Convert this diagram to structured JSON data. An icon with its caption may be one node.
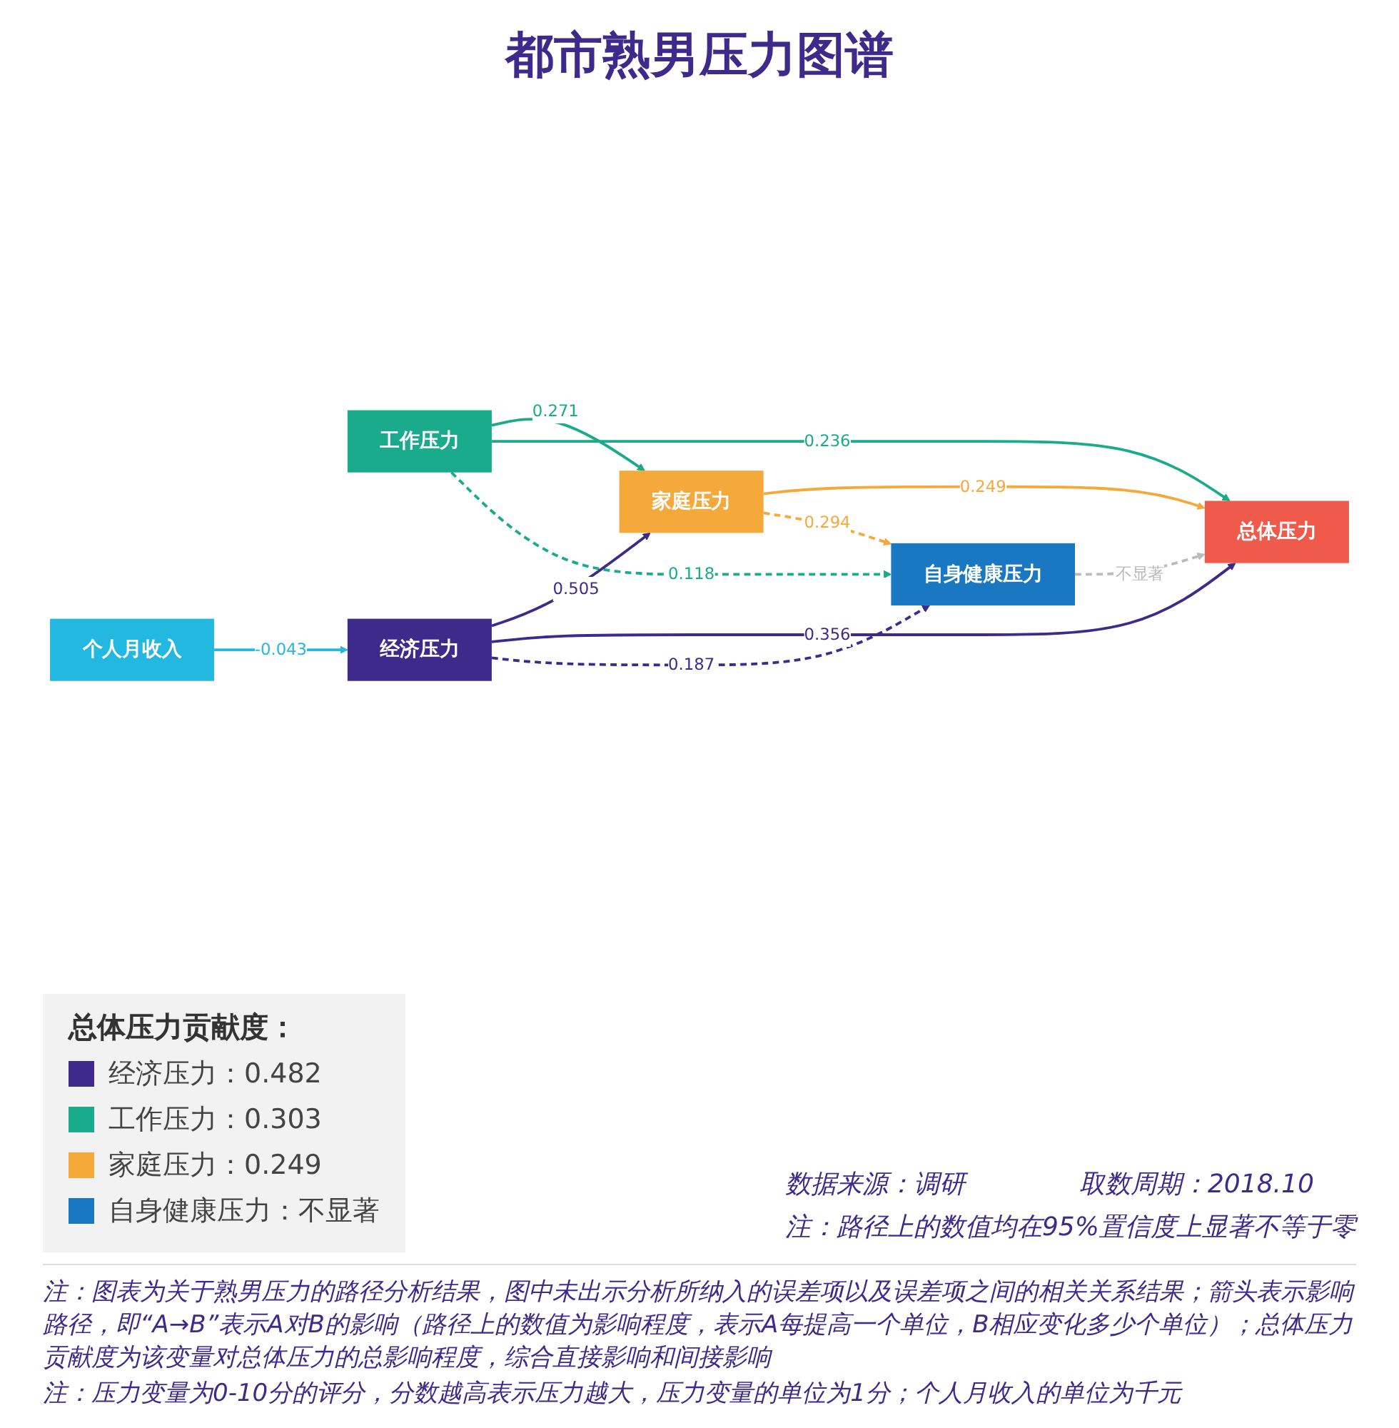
{
  "diagram": {
    "title": "都市熟男压力图谱",
    "nodes": [
      {
        "text": [
          "家庭压力"
        ]
      },
      {
        "text": [
          "工作压力"
        ]
      },
      {
        "text": [
          "个人月收入"
        ]
      },
      {
        "text": [
          "总体压力"
        ]
      },
      {
        "text": [
          "经济压力"
        ]
      },
      {
        "text": [
          "自身健康压力"
        ]
      }
    ],
    "edges": [
      {
        "from": 1,
        "to": 0,
        "arrow": "to",
        "label": "0.271",
        "color": "#1aaa8c"
      },
      {
        "from": 1,
        "to": 3,
        "arrow": "to",
        "label": "0.236",
        "color": "#1aaa8c"
      },
      {
        "from": 1,
        "to": 5,
        "arrow": "to",
        "label": "0.118",
        "style": "dashed",
        "color": "#1aaa8c"
      },
      {
        "from": 2,
        "to": 4,
        "arrow": "to",
        "label": "-0.043",
        "color": "#22b8e0"
      },
      {
        "from": 4,
        "to": 0,
        "arrow": "to",
        "label": "0.505",
        "color": "#3d2a8a"
      },
      {
        "from": 4,
        "to": 3,
        "arrow": "to",
        "label": "0.356",
        "color": "#3d2a8a"
      },
      {
        "from": 4,
        "to": 5,
        "arrow": "to",
        "label": "0.187",
        "style": "dashed",
        "color": "#3d2a8a"
      },
      {
        "from": 0,
        "to": 3,
        "arrow": "to",
        "label": "0.249",
        "color": "#f5a93a"
      },
      {
        "from": 0,
        "to": 5,
        "arrow": "to",
        "label": "0.294",
        "style": "dashed",
        "color": "#f5a93a"
      },
      {
        "from": 5,
        "to": 3,
        "arrow": "to",
        "label": "不显著",
        "style": "dashed",
        "color": "#bbbbbb"
      }
    ],
    "labels": [
      "总体压力贡献度：",
      "数据来源：调研",
      "取数周期：2018.10",
      "注：路径上的数值均在95%置信度上显著不等于零",
      "注：图表为关于熟男压力的路径分析结果，图中未出示分析所纳入的误差项以及误差项之间的相关关系结果；箭头表示影响路径，即“A→B”表示A对B的影响（路径上的数值为影响程度，表示A每提高一个单位，B相应变化多少个单位）；总体压力贡献度为该变量对总体压力的总影响程度，综合直接影响和间接影响",
      "注：压力变量为0-10分的评分，分数越高表示压力越大，压力变量的单位为1分；个人月收入的单位为千元"
    ],
    "legend": [
      {
        "text": "经济压力：0.482",
        "color": "#3d2a8a"
      },
      {
        "text": "工作压力：0.303",
        "color": "#1aaa8c"
      },
      {
        "text": "家庭压力：0.249",
        "color": "#f5a93a"
      },
      {
        "text": "自身健康压力：不显著",
        "color": "#1a78c2"
      }
    ]
  }
}
